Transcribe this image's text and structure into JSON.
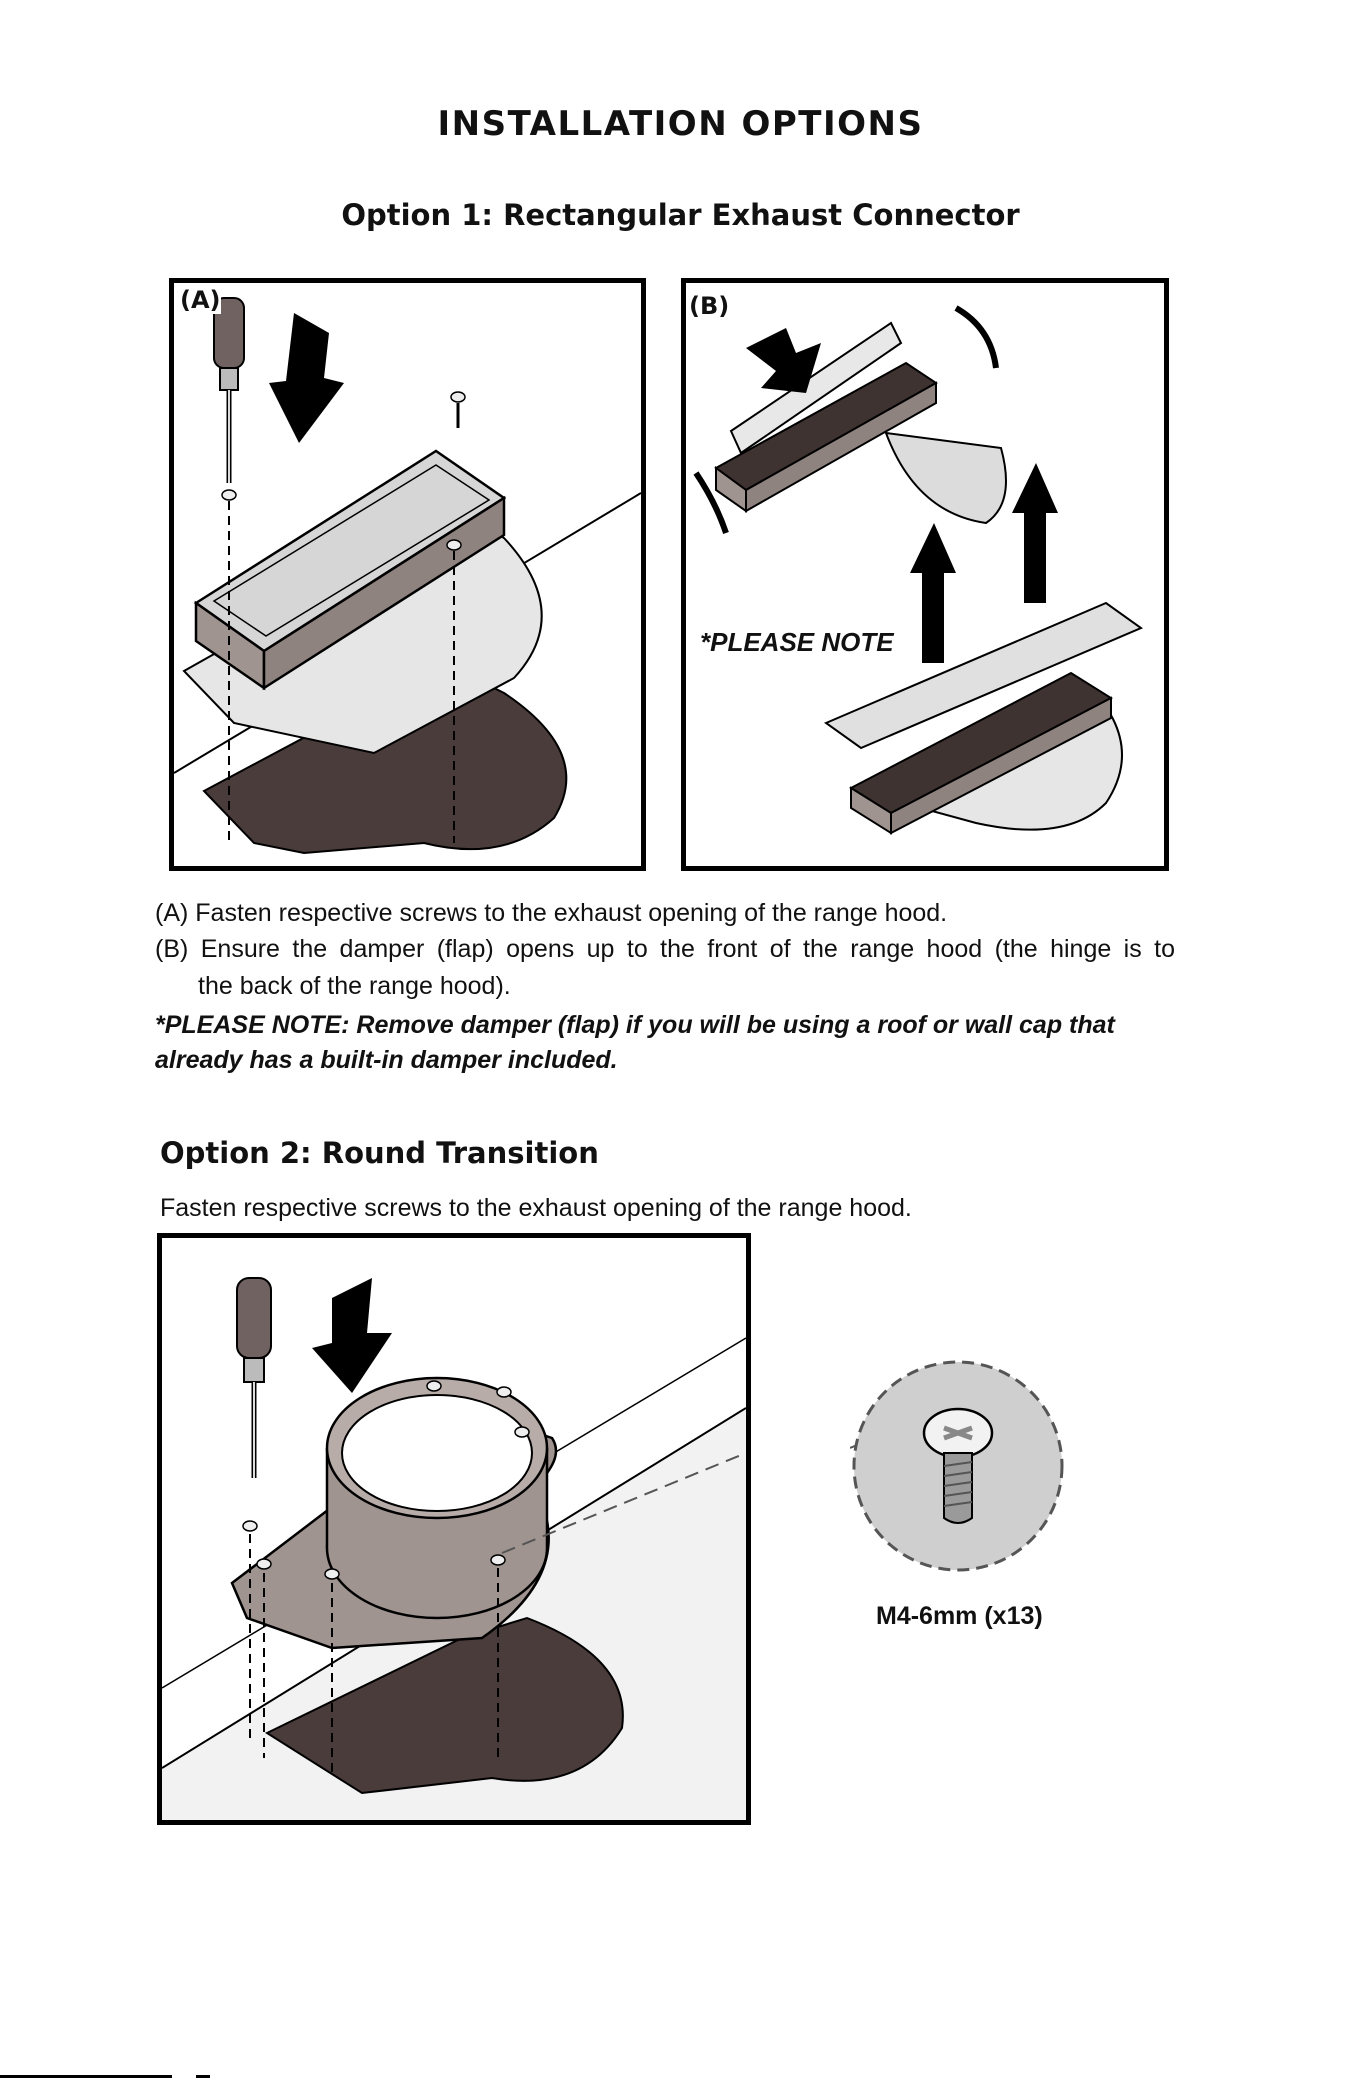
{
  "page_title": "INSTALLATION OPTIONS",
  "option1": {
    "heading": "Option 1: Rectangular Exhaust Connector",
    "panel_a_label": "(A)",
    "panel_b_label": "(B)",
    "panel_b_note": "*PLEASE NOTE",
    "step_a": "(A) Fasten respective screws to the exhaust opening of the range hood.",
    "step_b_line1": "(B) Ensure the damper (flap) opens up to the front of the range hood (the hinge is to",
    "step_b_line2": "the back of the range hood).",
    "note_line1": "*PLEASE NOTE: Remove damper (flap) if you will be using a roof or wall cap that",
    "note_line2": "already has a built-in damper included."
  },
  "option2": {
    "heading": "Option 2: Round Transition",
    "instruction": "Fasten respective screws to the exhaust opening of the range hood.",
    "screw_label": "M4-6mm (x13)"
  },
  "colors": {
    "metal": "#a09490",
    "metal_dark": "#6f6260",
    "dark_surface": "#4a3c3a",
    "light_gray": "#d8d8d8",
    "screw_bg": "#cfcfcf"
  },
  "icons": [
    "screwdriver-icon",
    "arrow-down-icon",
    "arrow-up-icon",
    "screw-icon"
  ]
}
